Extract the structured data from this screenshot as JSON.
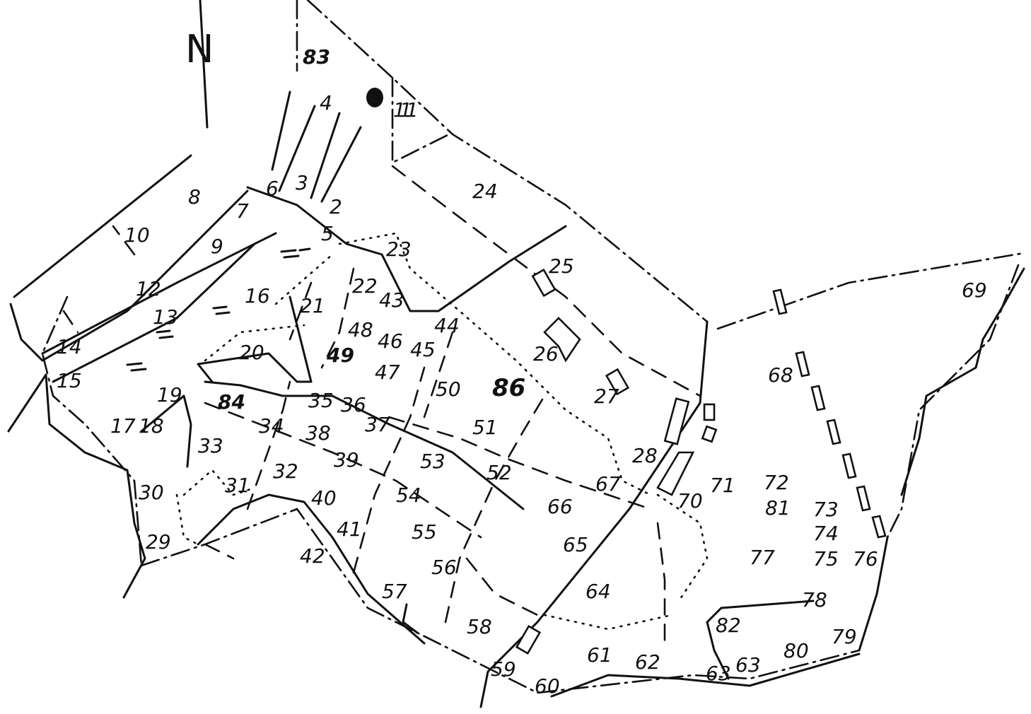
{
  "map": {
    "north_marker": "N",
    "plots": [
      "1",
      "2",
      "3",
      "4",
      "5",
      "6",
      "7",
      "8",
      "9",
      "10",
      "11",
      "12",
      "13",
      "14",
      "15",
      "16",
      "17",
      "18",
      "19",
      "20",
      "21",
      "22",
      "23",
      "24",
      "25",
      "26",
      "27",
      "28",
      "29",
      "30",
      "31",
      "32",
      "33",
      "34",
      "35",
      "36",
      "37",
      "38",
      "39",
      "40",
      "41",
      "42",
      "43",
      "44",
      "45",
      "46",
      "47",
      "48",
      "49",
      "50",
      "51",
      "52",
      "53",
      "54",
      "55",
      "56",
      "57",
      "58",
      "59",
      "60",
      "61",
      "62",
      "63",
      "63",
      "64",
      "65",
      "66",
      "67",
      "68",
      "69",
      "70",
      "71",
      "72",
      "73",
      "74",
      "75",
      "76",
      "77",
      "78",
      "79",
      "80",
      "81",
      "82",
      "83",
      "84",
      "86"
    ]
  }
}
